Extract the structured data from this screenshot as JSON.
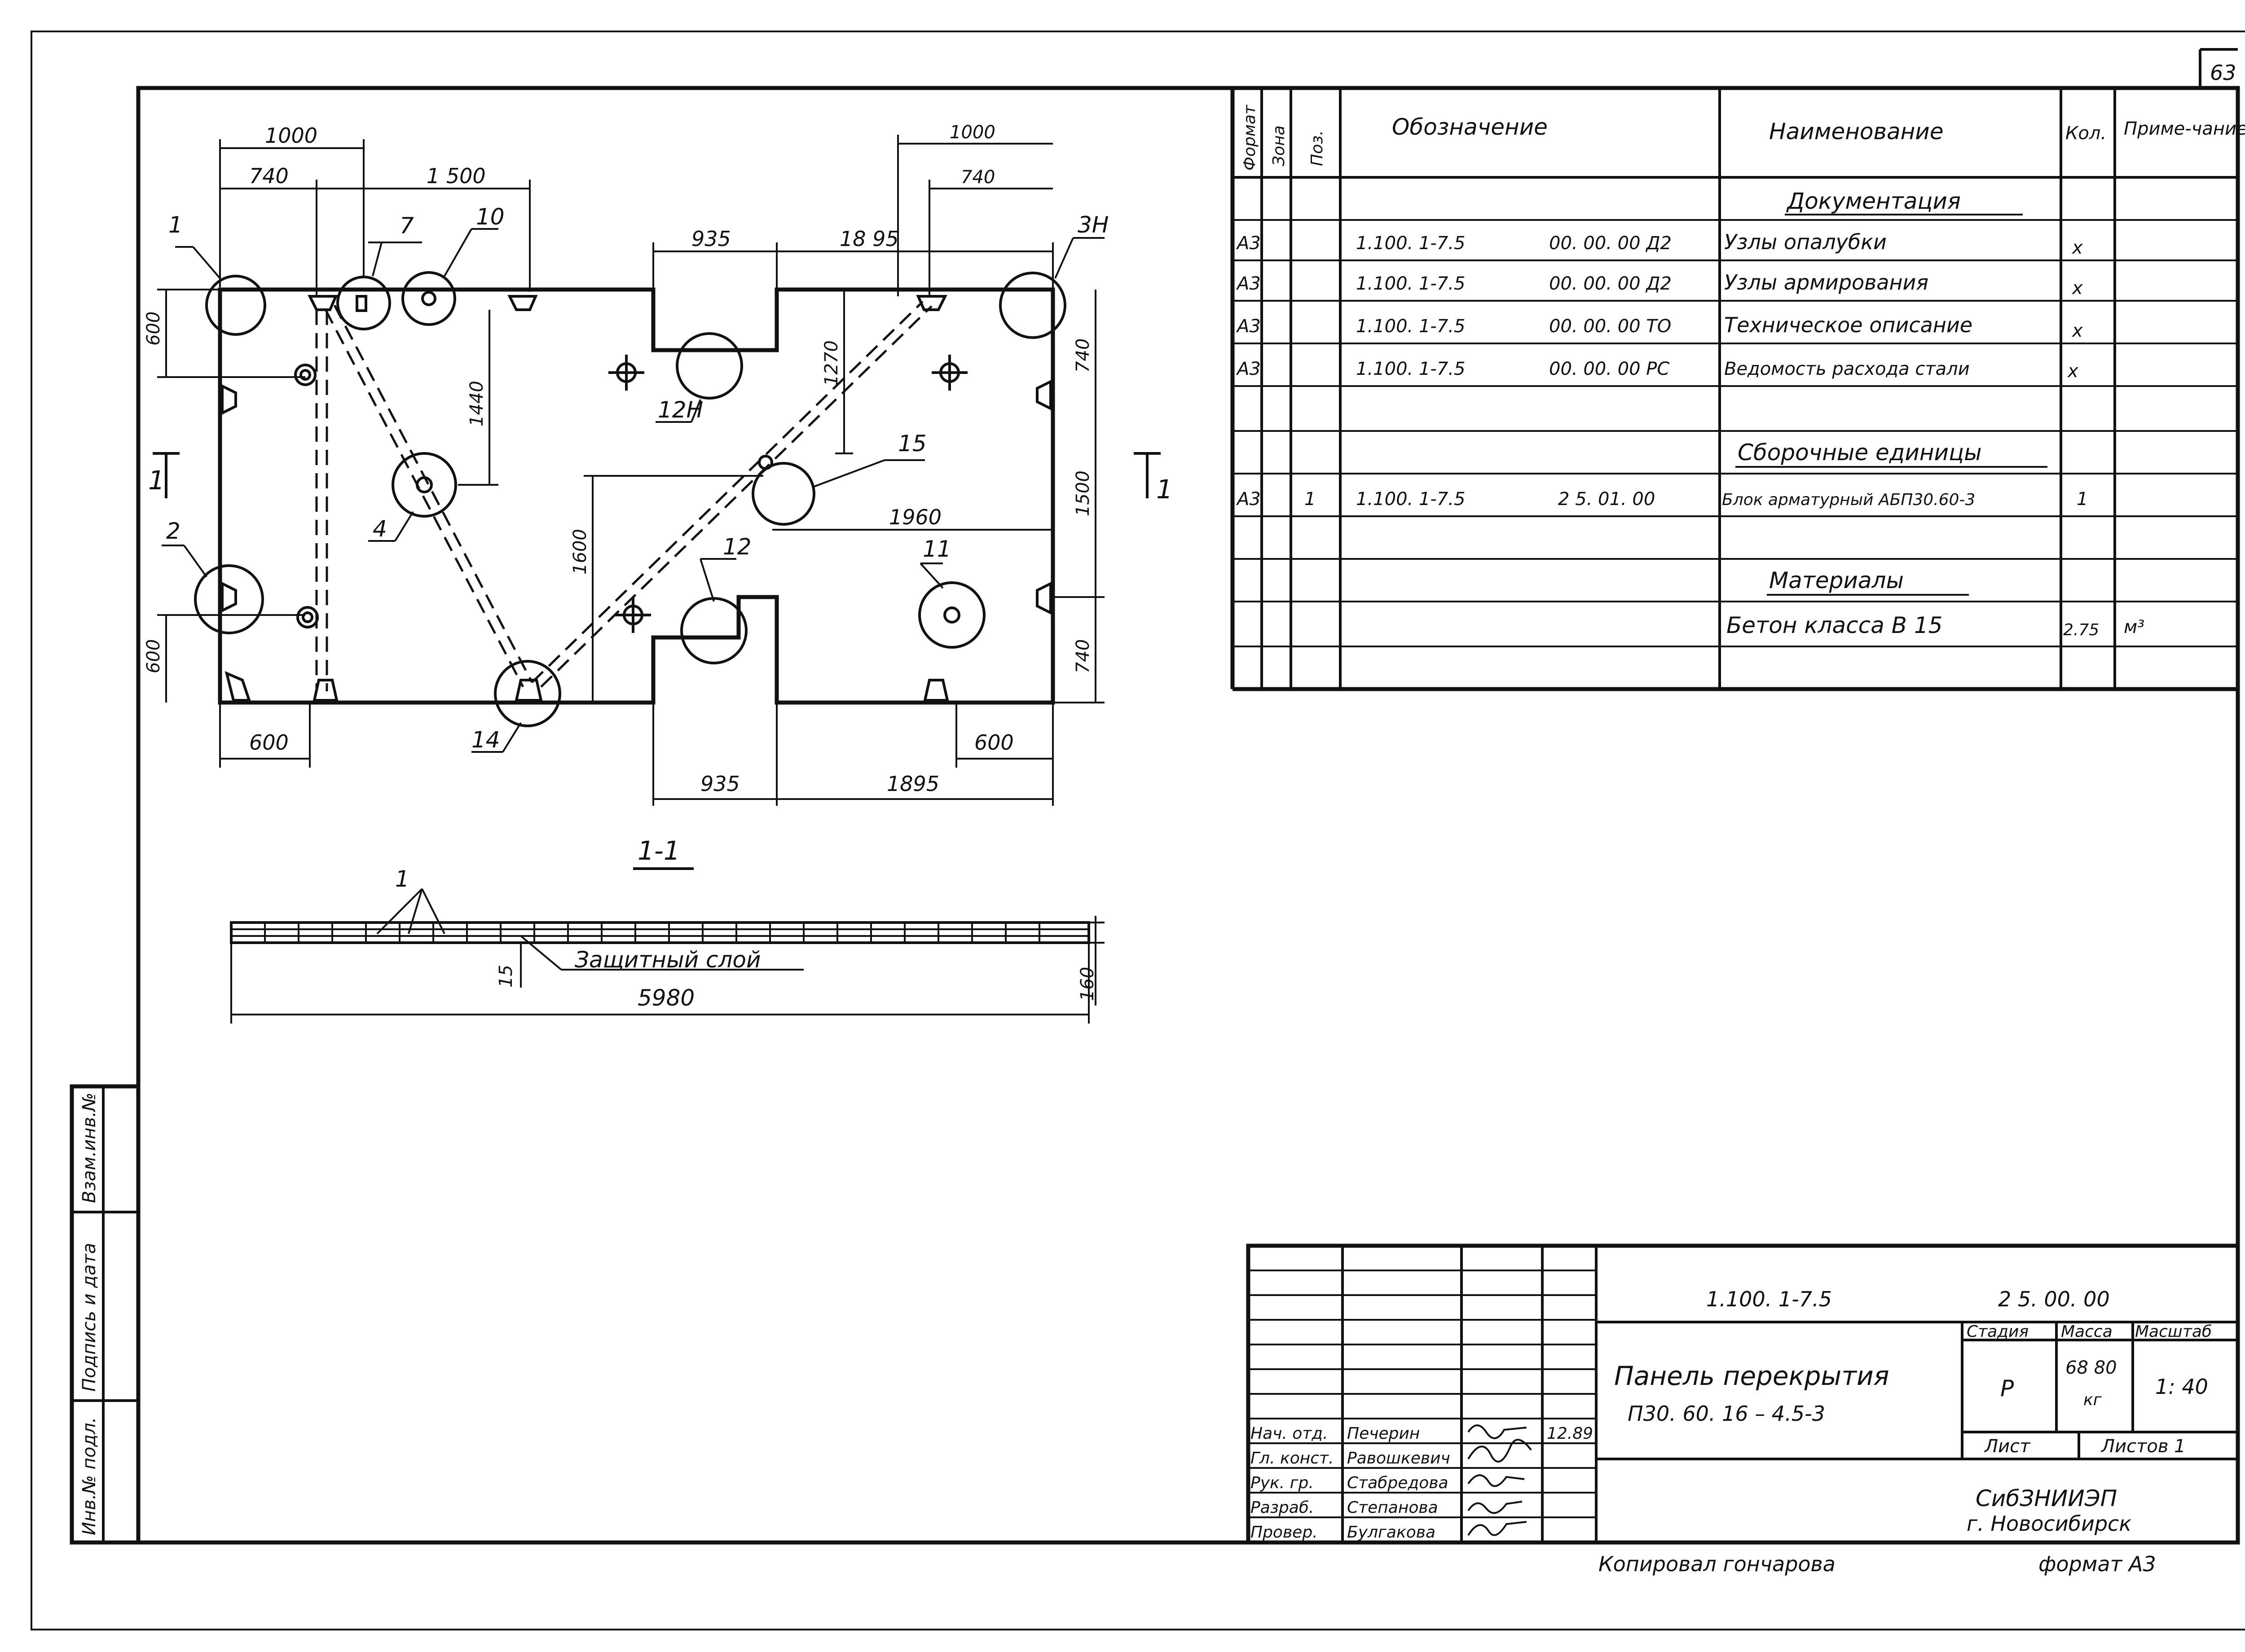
{
  "sheet": {
    "number": "63",
    "format_label": "формат А3",
    "copied_by": "Копировал гончарова"
  },
  "spec": {
    "headers": {
      "format": "Формат",
      "zone": "Зона",
      "pos": "Поз.",
      "designation": "Обозначение",
      "name": "Наименование",
      "qty": "Кол.",
      "note": "Приме-чание"
    },
    "section_docs": "Документация",
    "section_assembly": "Сборочные единицы",
    "section_materials": "Материалы",
    "rows": [
      {
        "format": "А3",
        "pos": "",
        "code": "1.100. 1-7.5",
        "suffix": "00. 00. 00 Д2",
        "name": "Узлы опалубки",
        "qty": "х"
      },
      {
        "format": "А3",
        "pos": "",
        "code": "1.100. 1-7.5",
        "suffix": "00. 00. 00 Д2",
        "name": "Узлы армирования",
        "qty": "х"
      },
      {
        "format": "А3",
        "pos": "",
        "code": "1.100. 1-7.5",
        "suffix": "00. 00. 00 ТО",
        "name": "Техническое описание",
        "qty": "х"
      },
      {
        "format": "А3",
        "pos": "",
        "code": "1.100. 1-7.5",
        "suffix": "00. 00. 00 РС",
        "name": "Ведомость расхода стали",
        "qty": "х"
      },
      {
        "format": "А3",
        "pos": "1",
        "code": "1.100. 1-7.5",
        "suffix": "2 5. 01. 00",
        "name": "Блок арматурный АБП30.60-3",
        "qty": "1"
      },
      {
        "format": "",
        "pos": "",
        "code": "",
        "suffix": "",
        "name": "Бетон класса В 15",
        "qty": "2.75",
        "note": "м³"
      }
    ]
  },
  "title_block": {
    "doc_code": "1.100. 1-7.5",
    "doc_suffix": "2 5. 00. 00",
    "title_line1": "Панель перекрытия",
    "title_line2": "П30. 60. 16 – 4.5-3",
    "stage_label": "Стадия",
    "mass_label": "Масса",
    "scale_label": "Масштаб",
    "stage": "Р",
    "mass": "68 80",
    "mass_unit": "кг",
    "scale": "1: 40",
    "sheet_label": "Лист",
    "sheets_label": "Листов 1",
    "org_line1": "СибЗНИИЭП",
    "org_line2": "г. Новосибирск",
    "signatures": [
      {
        "role": "Нач. отд.",
        "name": "Печерин",
        "date": "12.89"
      },
      {
        "role": "Гл. конст.",
        "name": "Равошкевич",
        "date": ""
      },
      {
        "role": "Рук. гр.",
        "name": "Стабредова",
        "date": ""
      },
      {
        "role": "Разраб.",
        "name": "Степанова",
        "date": ""
      },
      {
        "role": "Провер.",
        "name": "Булгакова",
        "date": ""
      }
    ]
  },
  "side_stamp": {
    "inv_orig": "Инв.№ подл.",
    "sign_date": "Подпись и дата",
    "inv_replace": "Взам.инв.№"
  },
  "plan": {
    "dims": {
      "d1000_left": "1000",
      "d740_left": "740",
      "d1500_top": "1 500",
      "d935_top": "935",
      "d1895_top": "18 95",
      "d1000_right": "1000",
      "d740_right": "740",
      "d600_left_top": "600",
      "d1440": "1440",
      "d1270": "1270",
      "d740_right_top": "740",
      "d1500_right": "1500",
      "d1600": "1600",
      "d1960": "1960",
      "d600_left_bot": "600",
      "d740_right_bot": "740",
      "d600_bot_left": "600",
      "d600_bot_right": "600",
      "d935_bot": "935",
      "d1895_bot": "1895"
    },
    "callouts": [
      "1",
      "7",
      "10",
      "3Н",
      "12Н",
      "4",
      "15",
      "2",
      "12",
      "11",
      "14"
    ],
    "section_mark": "1"
  },
  "section": {
    "title": "1-1",
    "rebar_mark": "1",
    "cover_label": "Защитный слой",
    "cover_value": "15",
    "length": "5980",
    "height": "160"
  }
}
